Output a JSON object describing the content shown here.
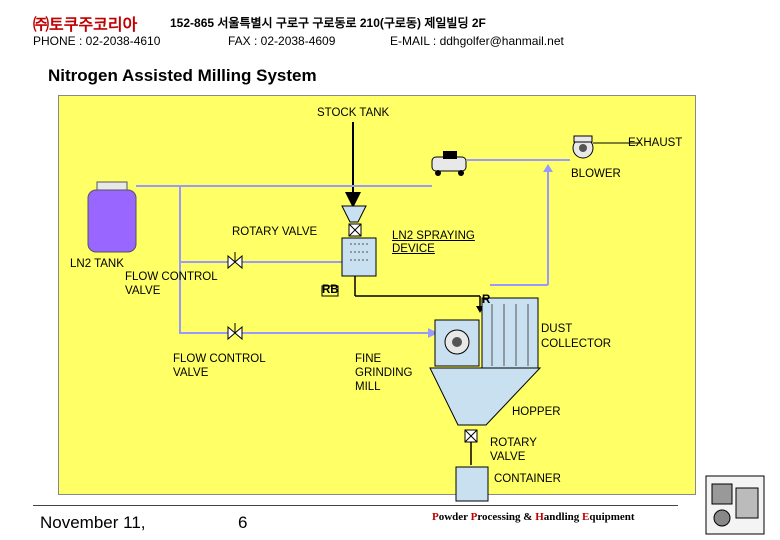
{
  "header": {
    "company": "㈜토쿠주코리아",
    "address": "152-865 서울특별시 구로구 구로동로 210(구로동) 제일빌딩 2F",
    "phone": "PHONE : 02-2038-4610",
    "fax": "FAX : 02-2038-4609",
    "email": "E-MAIL : ddhgolfer@hanmail.net"
  },
  "title": "Nitrogen Assisted Milling System",
  "labels": {
    "stock_tank": "STOCK TANK",
    "exhaust": "EXHAUST",
    "blower": "BLOWER",
    "rotary_valve_top": "ROTARY VALVE",
    "ln2_spraying": "LN2 SPRAYING",
    "ln2_device": "DEVICE",
    "ln2_tank": "LN2 TANK",
    "flow_control_1a": "FLOW CONTROL",
    "flow_control_1b": "VALVE",
    "rb": "RB",
    "r": "R",
    "dust_a": "DUST",
    "dust_b": "COLLECTOR",
    "flow_control_2a": "FLOW CONTROL",
    "flow_control_2b": "VALVE",
    "fine_a": "FINE",
    "fine_b": "GRINDING",
    "fine_c": "MILL",
    "hopper": "HOPPER",
    "rotary_bottom_a": "ROTARY",
    "rotary_bottom_b": "VALVE",
    "container": "CONTAINER"
  },
  "footer": {
    "date": "November 11,",
    "page": "6",
    "brand_p": "P",
    "brand_owder": "owder ",
    "brand_pr": "P",
    "brand_rocessing": "rocessing & ",
    "brand_h": "H",
    "brand_andling": "andling ",
    "brand_e": "E",
    "brand_quipment": "quipment"
  },
  "colors": {
    "panel": "#ffff66",
    "pipe": "#9999ff",
    "tank": "#9966ff",
    "equipment": "#c8e0f0",
    "company_red": "#c00000"
  }
}
